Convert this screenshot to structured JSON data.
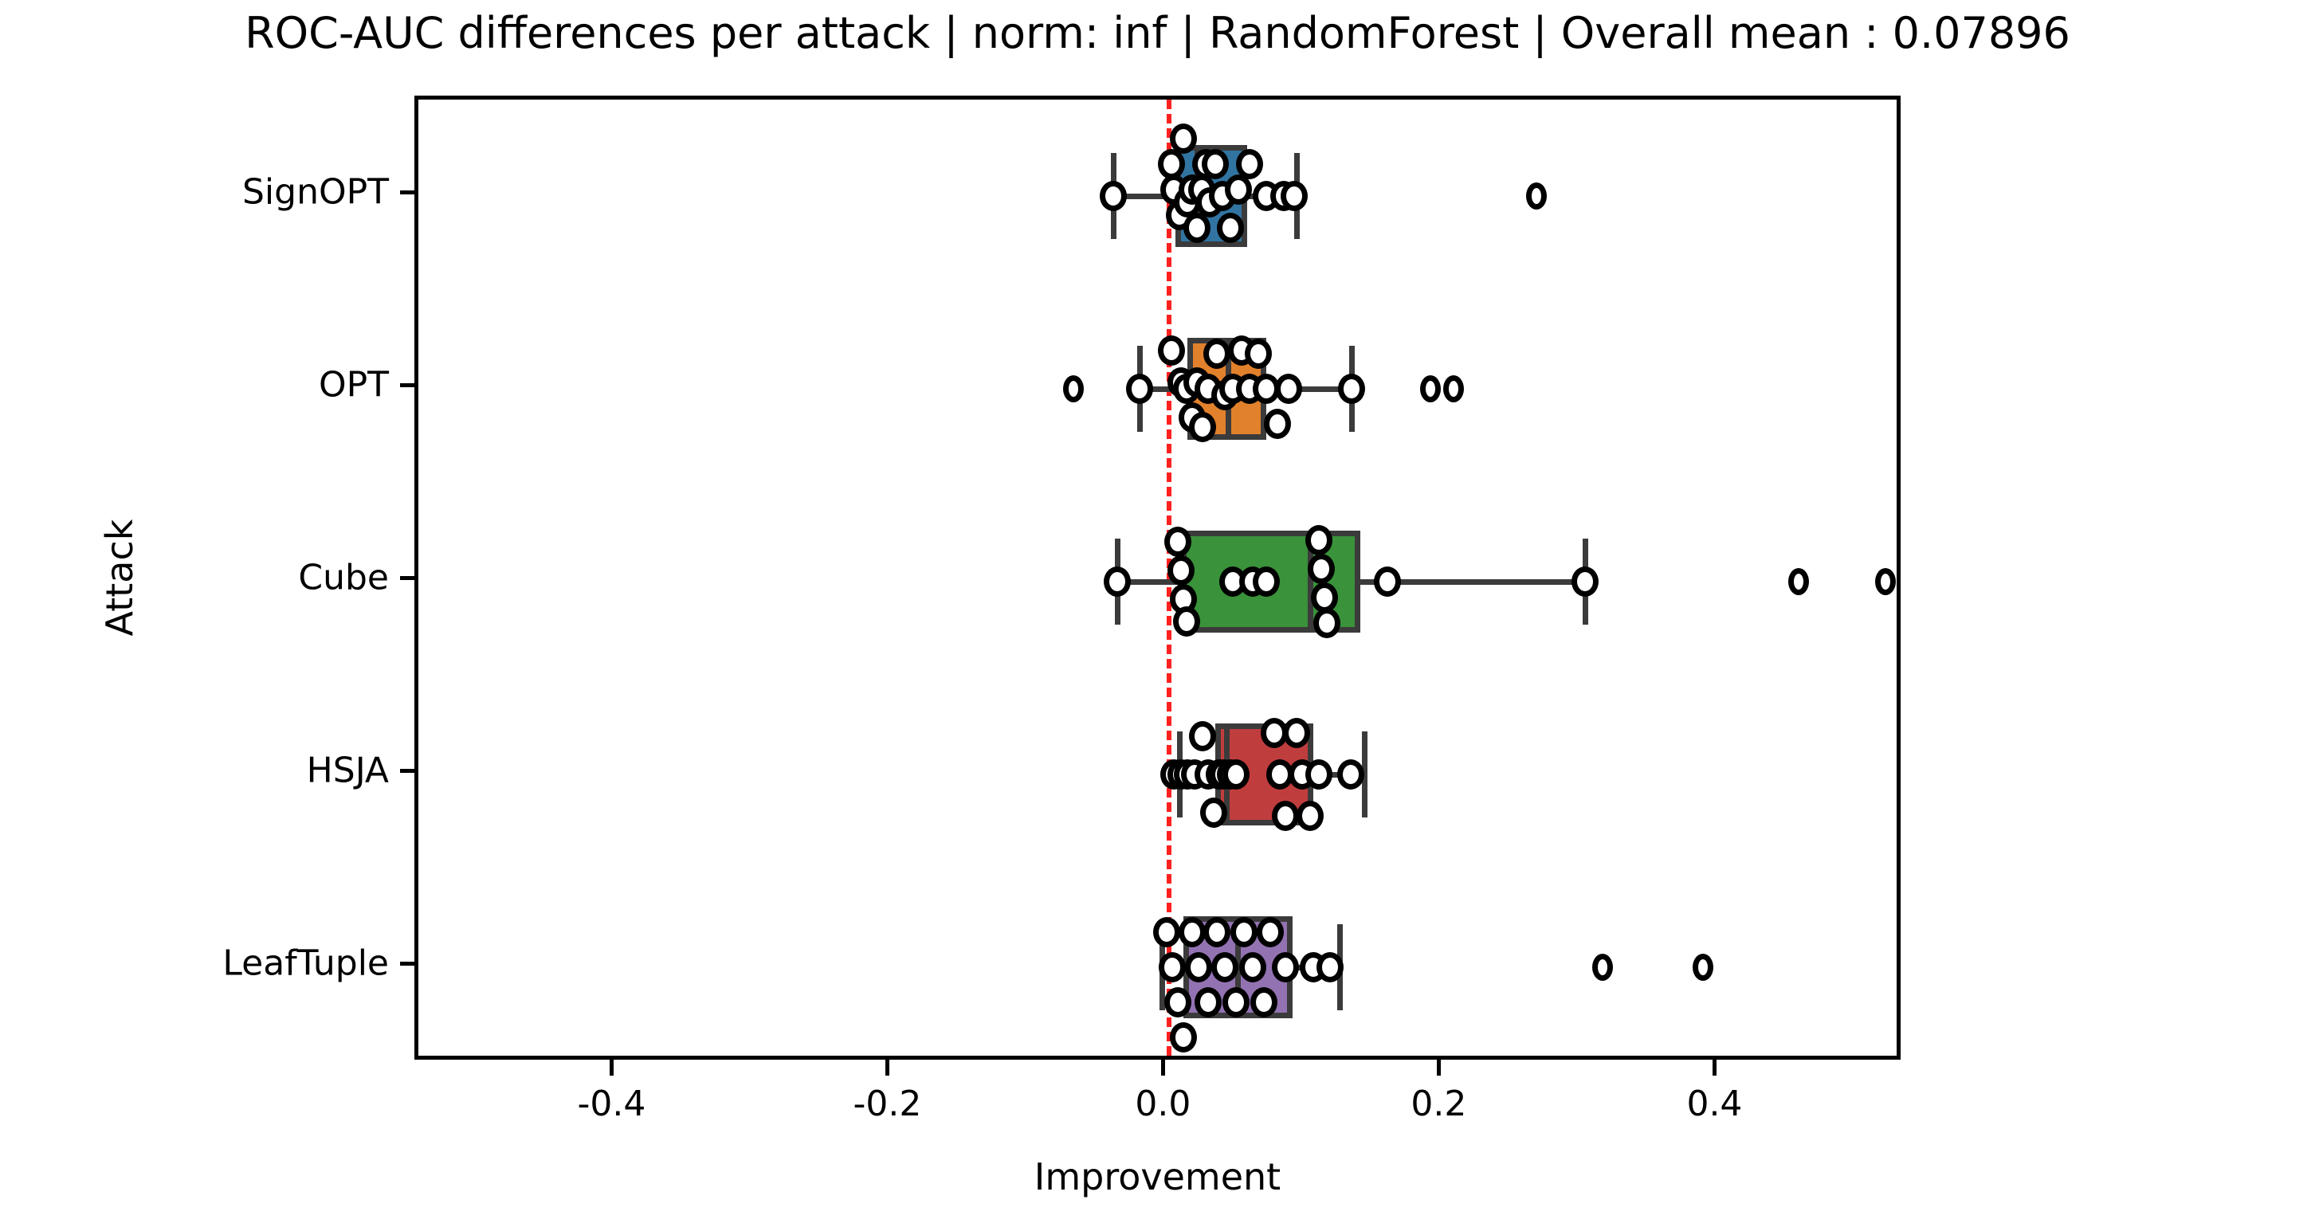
{
  "figure": {
    "title": "ROC-AUC differences per attack | norm: inf | RandomForest | Overall mean : 0.07896",
    "xlabel": "Improvement",
    "ylabel": "Attack",
    "background": "#ffffff"
  },
  "chart_data": {
    "type": "box",
    "orientation": "horizontal",
    "title": "ROC-AUC differences per attack | norm: inf | RandomForest | Overall mean : 0.07896",
    "xlabel": "Improvement",
    "ylabel": "Attack",
    "xlim": [
      -0.543,
      0.535
    ],
    "xticks": [
      -0.4,
      -0.2,
      0.0,
      0.2,
      0.4
    ],
    "xticklabels": [
      "-0.4",
      "-0.2",
      "0.0",
      "0.2",
      "0.4"
    ],
    "categories": [
      "SignOPT",
      "OPT",
      "Cube",
      "HSJA",
      "LeafTuple"
    ],
    "grid": false,
    "legend": null,
    "reference_line": {
      "value": 0.0,
      "color": "#ff2020",
      "style": "dashed"
    },
    "overall_mean": 0.07896,
    "boxes": [
      {
        "category": "SignOPT",
        "color": "#3274a1",
        "q1": 0.006,
        "median": 0.022,
        "q3": 0.058,
        "whisker_low": -0.039,
        "whisker_high": 0.094,
        "points": [
          -0.039,
          0.003,
          0.005,
          0.009,
          0.012,
          0.015,
          0.018,
          0.022,
          0.025,
          0.028,
          0.031,
          0.035,
          0.04,
          0.046,
          0.052,
          0.06,
          0.072,
          0.085,
          0.092
        ],
        "fliers": [
          0.268
        ]
      },
      {
        "category": "OPT",
        "color": "#e1812c",
        "q1": 0.015,
        "median": 0.044,
        "q3": 0.072,
        "whisker_low": -0.02,
        "whisker_high": 0.134,
        "points": [
          -0.02,
          0.003,
          0.01,
          0.014,
          0.018,
          0.022,
          0.026,
          0.03,
          0.036,
          0.042,
          0.048,
          0.054,
          0.06,
          0.066,
          0.072,
          0.08,
          0.088,
          0.134
        ],
        "fliers": [
          -0.068,
          0.191,
          0.208
        ]
      },
      {
        "category": "Cube",
        "color": "#3a923a",
        "q1": 0.01,
        "median": 0.104,
        "q3": 0.14,
        "whisker_low": -0.036,
        "whisker_high": 0.303,
        "points": [
          -0.036,
          0.008,
          0.01,
          0.012,
          0.014,
          0.048,
          0.062,
          0.072,
          0.11,
          0.112,
          0.114,
          0.116,
          0.16,
          0.303
        ],
        "fliers": [
          0.458,
          0.521
        ]
      },
      {
        "category": "HSJA",
        "color": "#c03d3e",
        "q1": 0.035,
        "median": 0.043,
        "q3": 0.106,
        "whisker_low": 0.009,
        "whisker_high": 0.143,
        "points": [
          0.005,
          0.01,
          0.015,
          0.02,
          0.026,
          0.03,
          0.034,
          0.038,
          0.041,
          0.046,
          0.05,
          0.078,
          0.082,
          0.086,
          0.094,
          0.098,
          0.104,
          0.11,
          0.133
        ],
        "fliers": []
      },
      {
        "category": "LeafTuple",
        "color": "#9372b2",
        "q1": 0.012,
        "median": 0.051,
        "q3": 0.091,
        "whisker_low": -0.004,
        "whisker_high": 0.125,
        "points": [
          0.0,
          0.004,
          0.008,
          0.012,
          0.018,
          0.023,
          0.03,
          0.036,
          0.042,
          0.05,
          0.056,
          0.062,
          0.07,
          0.075,
          0.086,
          0.106,
          0.118
        ],
        "fliers": [
          0.316,
          0.389
        ]
      }
    ]
  }
}
